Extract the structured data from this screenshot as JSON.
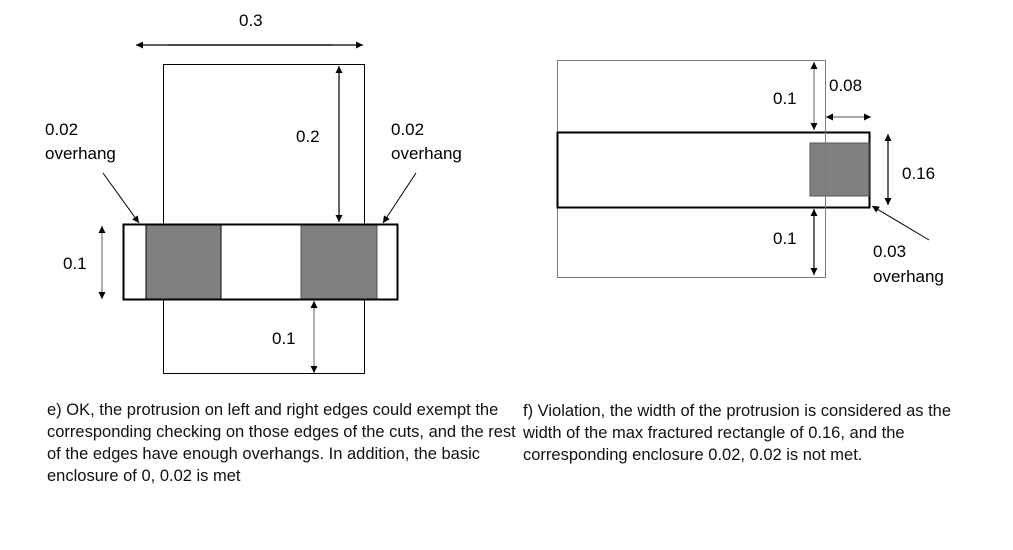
{
  "figure_e": {
    "labels": {
      "width_top": "0.3",
      "top_enclosure": "0.2",
      "band_height": "0.1",
      "bottom_enclosure": "0.1",
      "left_overhang_value": "0.02",
      "left_overhang_word": "overhang",
      "right_overhang_value": "0.02",
      "right_overhang_word": "overhang"
    },
    "caption": "e) OK, the protrusion on left and right edges could exempt the corresponding checking on those edges of the cuts, and the rest of the edges have enough overhangs. In addition, the basic enclosure of 0, 0.02 is met"
  },
  "figure_f": {
    "labels": {
      "top_enclosure": "0.1",
      "protrusion_width": "0.08",
      "cut_height": "0.16",
      "bottom_enclosure": "0.1",
      "overhang_value": "0.03",
      "overhang_word": "overhang"
    },
    "caption": "f) Violation, the width of the protrusion is considered as the width of the max fractured rectangle of 0.16, and the corresponding enclosure 0.02, 0.02 is not met."
  },
  "colors": {
    "cut_fill": "#808080",
    "outline": "#000000",
    "thin_outline": "#7a7a7a"
  }
}
